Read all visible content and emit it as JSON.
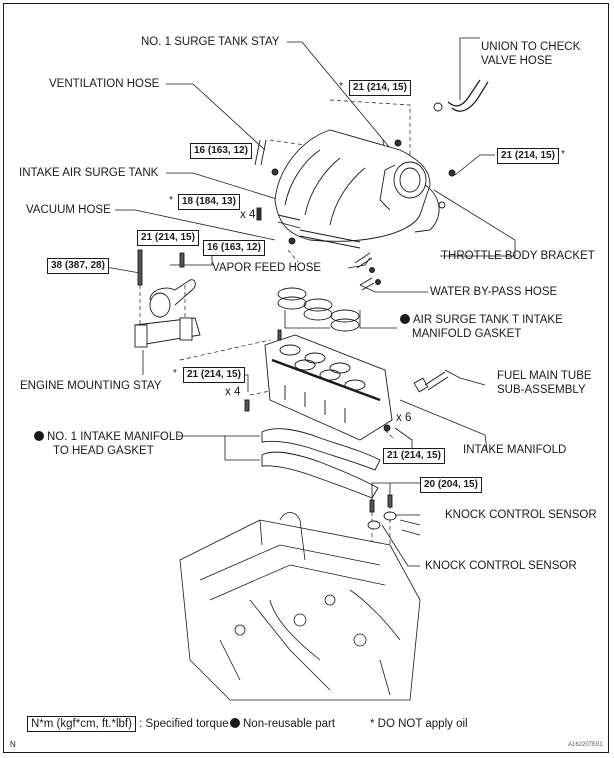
{
  "diagram": {
    "title": "Intake manifold exploded view",
    "labels": {
      "surge_tank_stay": "NO. 1 SURGE TANK STAY",
      "union_hose_l1": "UNION TO CHECK",
      "union_hose_l2": "VALVE HOSE",
      "ventilation_hose": "VENTILATION HOSE",
      "intake_air_surge_tank": "INTAKE AIR SURGE TANK",
      "vacuum_hose": "VACUUM HOSE",
      "vapor_feed_hose": "VAPOR FEED HOSE",
      "throttle_body_bracket": "THROTTLE BODY BRACKET",
      "water_bypass_hose": "WATER BY-PASS HOSE",
      "surge_gasket_l1": "AIR SURGE TANK T INTAKE",
      "surge_gasket_l2": "MANIFOLD GASKET",
      "engine_mounting_stay": "ENGINE MOUNTING STAY",
      "fuel_main_tube_l1": "FUEL MAIN TUBE",
      "fuel_main_tube_l2": "SUB-ASSEMBLY",
      "head_gasket_l1": "NO. 1 INTAKE MANIFOLD",
      "head_gasket_l2": "TO HEAD GASKET",
      "intake_manifold": "INTAKE MANIFOLD",
      "knock_sensor_upper": "KNOCK CONTROL SENSOR",
      "knock_sensor_lower": "KNOCK CONTROL SENSOR"
    },
    "torques": {
      "t_stay_bolt": "21 (214, 15)",
      "t_bracket_bolt": "21 (214, 15)",
      "t_vent_nut": "16 (163, 12)",
      "t_tank_bolt": "18 (184, 13)",
      "t_mount_nut": "21 (214, 15)",
      "t_mount_bolt": "38 (387, 28)",
      "t_vapor_nut": "16 (163, 12)",
      "t_manifold_bolt": "21 (214, 15)",
      "t_manifold_nut": "21 (214, 15)",
      "t_knock": "20 (204, 15)"
    },
    "marks": {
      "star": "*",
      "x4_tank": "x 4",
      "x4_manifold": "x 4",
      "x6_manifold": "x 6"
    },
    "legend": {
      "torque_unit": "N*m (kgf*cm, ft.*lbf)",
      "torque_desc": ": Specified torque",
      "non_reusable": "Non-reusable part",
      "no_oil": "* DO NOT apply oil"
    },
    "corner_mark": "N",
    "figure_id": "A162207E01"
  }
}
